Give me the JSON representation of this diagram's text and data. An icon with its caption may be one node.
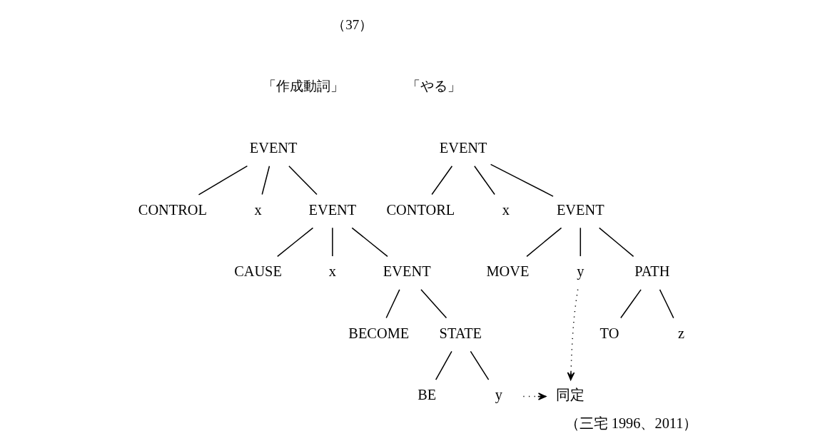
{
  "diagram": {
    "caption": "（三宅 1996、2011）",
    "nodes": [
      {
        "text": [
          "EVENT"
        ]
      },
      {
        "text": [
          "CONTROL"
        ]
      },
      {
        "text": [
          "x"
        ]
      },
      {
        "text": [
          "EVENT"
        ]
      },
      {
        "text": [
          "CAUSE"
        ]
      },
      {
        "text": [
          "x"
        ]
      },
      {
        "text": [
          "EVENT"
        ]
      },
      {
        "text": [
          "BECOME"
        ]
      },
      {
        "text": [
          "STATE"
        ]
      },
      {
        "text": [
          "BE"
        ]
      },
      {
        "text": [
          "y"
        ]
      },
      {
        "text": [
          "EVENT"
        ]
      },
      {
        "text": [
          "CONTORL"
        ]
      },
      {
        "text": [
          "x"
        ]
      },
      {
        "text": [
          "EVENT"
        ]
      },
      {
        "text": [
          "MOVE"
        ]
      },
      {
        "text": [
          "y"
        ]
      },
      {
        "text": [
          "PATH"
        ]
      },
      {
        "text": [
          "TO"
        ]
      },
      {
        "text": [
          "z"
        ]
      },
      {
        "text": [
          "同定"
        ]
      }
    ],
    "edges": [
      {
        "from": 0,
        "to": 1,
        "arrow": "none"
      },
      {
        "from": 0,
        "to": 2,
        "arrow": "none"
      },
      {
        "from": 0,
        "to": 3,
        "arrow": "none"
      },
      {
        "from": 3,
        "to": 4,
        "arrow": "none"
      },
      {
        "from": 3,
        "to": 5,
        "arrow": "none"
      },
      {
        "from": 3,
        "to": 6,
        "arrow": "none"
      },
      {
        "from": 6,
        "to": 7,
        "arrow": "none"
      },
      {
        "from": 6,
        "to": 8,
        "arrow": "none"
      },
      {
        "from": 8,
        "to": 9,
        "arrow": "none"
      },
      {
        "from": 8,
        "to": 10,
        "arrow": "none"
      },
      {
        "from": 11,
        "to": 12,
        "arrow": "none"
      },
      {
        "from": 11,
        "to": 13,
        "arrow": "none"
      },
      {
        "from": 11,
        "to": 14,
        "arrow": "none"
      },
      {
        "from": 14,
        "to": 15,
        "arrow": "none"
      },
      {
        "from": 14,
        "to": 16,
        "arrow": "none"
      },
      {
        "from": 14,
        "to": 17,
        "arrow": "none"
      },
      {
        "from": 17,
        "to": 18,
        "arrow": "none"
      },
      {
        "from": 17,
        "to": 19,
        "arrow": "none"
      },
      {
        "from": 10,
        "to": 20,
        "arrow": "to",
        "style": "dashed"
      },
      {
        "from": 16,
        "to": 20,
        "arrow": "to",
        "style": "dashed"
      }
    ],
    "labels": [
      "（37）",
      "「作成動詞」",
      "「やる」"
    ]
  }
}
